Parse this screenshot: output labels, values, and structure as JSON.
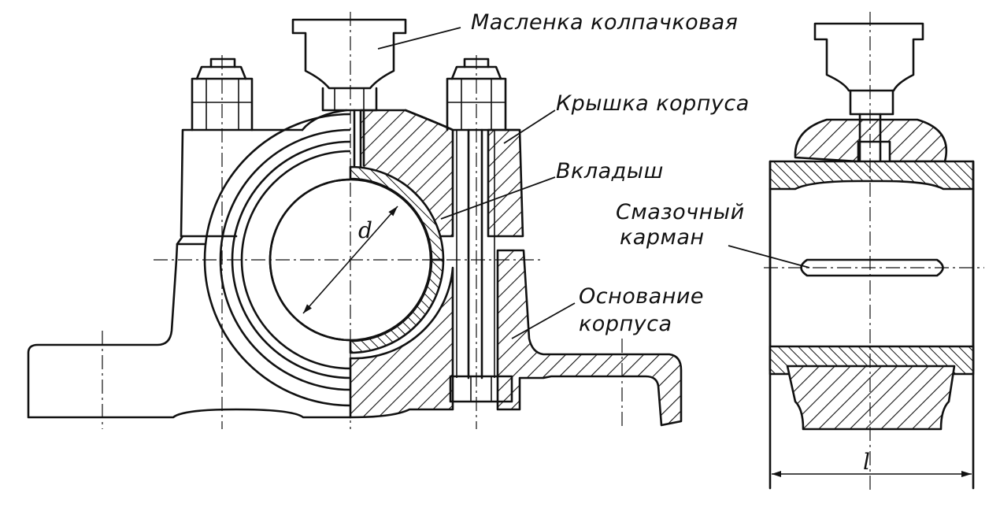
{
  "labels": {
    "oiler": "Масленка колпачковая",
    "housing_cover": "Крышка корпуса",
    "liner": "Вкладыш",
    "lube_pocket_line1": "Смазочный",
    "lube_pocket_line2": "карман",
    "housing_base_line1": "Основание",
    "housing_base_line2": "корпуса"
  },
  "dimensions": {
    "diameter": "d",
    "length": "l"
  }
}
